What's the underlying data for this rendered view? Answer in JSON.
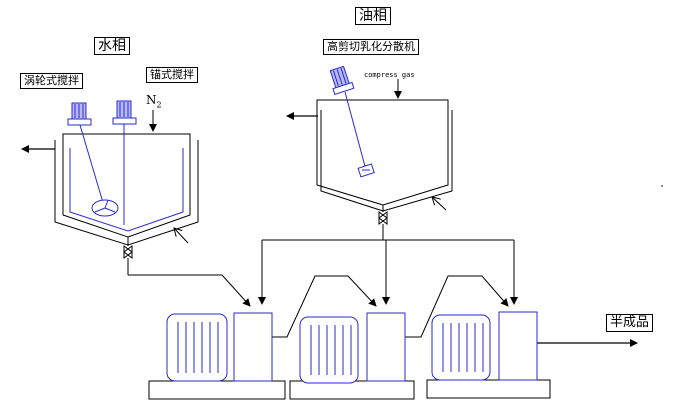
{
  "water_phase": {
    "title": "水相",
    "turbine_agitator": "涡轮式搅拌",
    "anchor_agitator": "锚式搅拌",
    "gas_label": "N",
    "gas_subscript": "2"
  },
  "oil_phase": {
    "title": "油相",
    "disperser": "高剪切乳化分散机",
    "gas_label": "compress gas"
  },
  "output": {
    "label": "半成品"
  },
  "colors": {
    "line": "#000000",
    "blue": "#2a2ad0",
    "blue_fill": "#b8b8ff"
  }
}
